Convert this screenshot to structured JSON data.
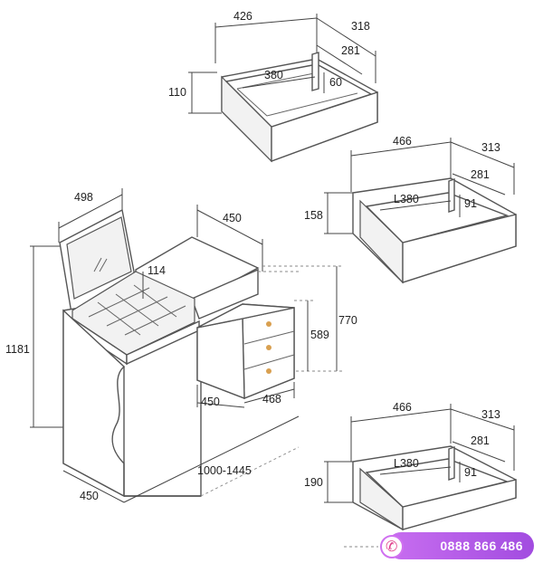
{
  "drawer_top": {
    "width": "426",
    "depth": "318",
    "inner_depth": "281",
    "inner_width": "380",
    "inner_height": "60",
    "height": "110"
  },
  "drawer_mid": {
    "width": "466",
    "depth": "313",
    "inner_depth": "281",
    "inner_width": "L380",
    "inner_height": "91",
    "height": "158"
  },
  "drawer_bot": {
    "width": "466",
    "depth": "313",
    "inner_depth": "281",
    "inner_width": "L380",
    "inner_height": "91",
    "height": "190"
  },
  "table": {
    "mirror_width": "498",
    "top_depth": "450",
    "tray_height": "114",
    "total_height": "1181",
    "desk_height": "770",
    "cabinet_height": "589",
    "cabinet_depth": "450",
    "cabinet_width": "468",
    "base_depth": "450",
    "length": "1000-1445"
  },
  "badge": {
    "phone": "0888 866 486",
    "icon": "phone-icon"
  }
}
